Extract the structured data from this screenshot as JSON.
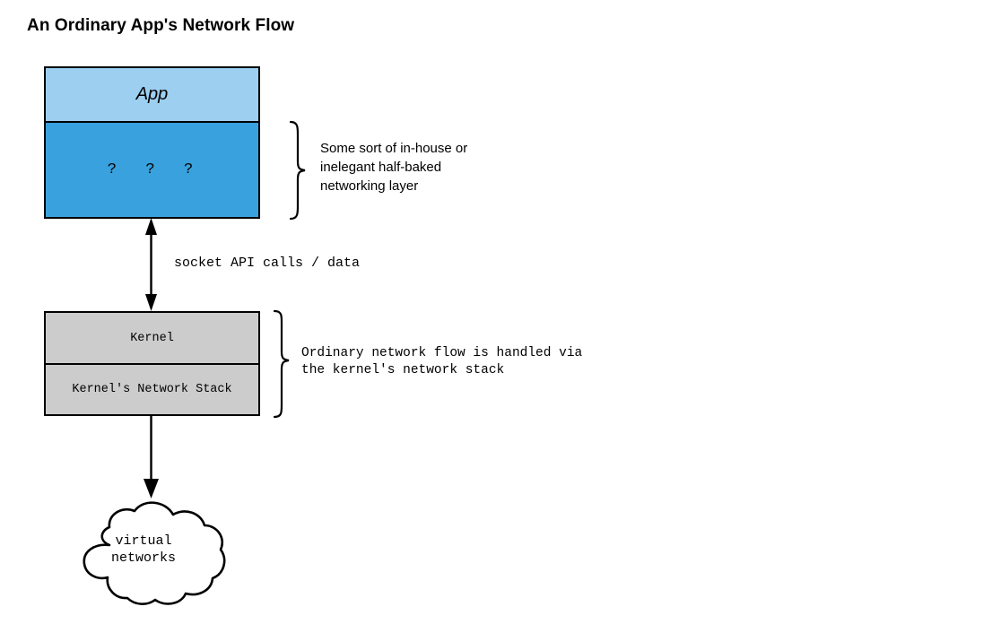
{
  "page": {
    "title": "An Ordinary App's Network Flow",
    "background": "#ffffff"
  },
  "colors": {
    "app_fill": "#9CCFF0",
    "unknown_fill": "#39A1DE",
    "kernel_fill": "#CCCCCC",
    "cloud_fill": "#FFFFFF",
    "stroke": "#000000"
  },
  "diagram": {
    "app_stack": {
      "app": {
        "label": "App"
      },
      "unknown": {
        "label": "?  ?  ?"
      }
    },
    "app_annotation": {
      "brace": "right-curly-brace",
      "text": "Some sort of in-house or\ninelegant half-baked\nnetworking layer"
    },
    "socket_arrow": {
      "label": "socket API calls / data",
      "direction": "bidirectional"
    },
    "kernel_stack": {
      "kernel": {
        "label": "Kernel"
      },
      "network_stack": {
        "label": "Kernel's Network Stack"
      }
    },
    "kernel_annotation": {
      "brace": "right-curly-brace",
      "text": "Ordinary network flow is handled via\nthe kernel's network stack"
    },
    "egress_arrow": {
      "direction": "down"
    },
    "cloud": {
      "label": "virtual\nnetworks"
    }
  }
}
